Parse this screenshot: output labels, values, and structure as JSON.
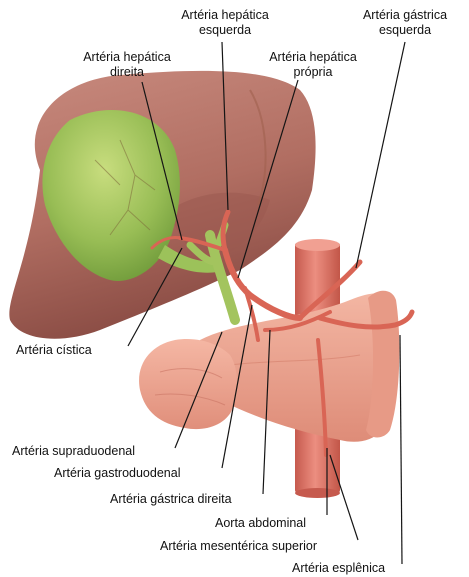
{
  "labels": {
    "left_hepatic": [
      "Artéria hepática",
      "esquerda"
    ],
    "left_gastric": [
      "Artéria gástrica",
      "esquerda"
    ],
    "right_hepatic": [
      "Artéria hepática",
      "direita"
    ],
    "proper_hepatic": [
      "Artéria hepática",
      "própria"
    ],
    "cystic": "Artéria cística",
    "supraduodenal": "Artéria supraduodenal",
    "gastroduodenal": "Artéria gastroduodenal",
    "right_gastric": "Artéria gástrica direita",
    "abdominal_aorta": "Aorta abdominal",
    "superior_mesenteric": "Artéria mesentérica superior",
    "splenic": "Artéria esplênica"
  },
  "colors": {
    "liver": "#b9786b",
    "gallbladder": "#9cc25a",
    "artery": "#dd6f61",
    "aorta": "#e07a6c",
    "pancreas": "#eaa18e",
    "duodenum": "#f0a48f",
    "leader_line": "#151515"
  }
}
